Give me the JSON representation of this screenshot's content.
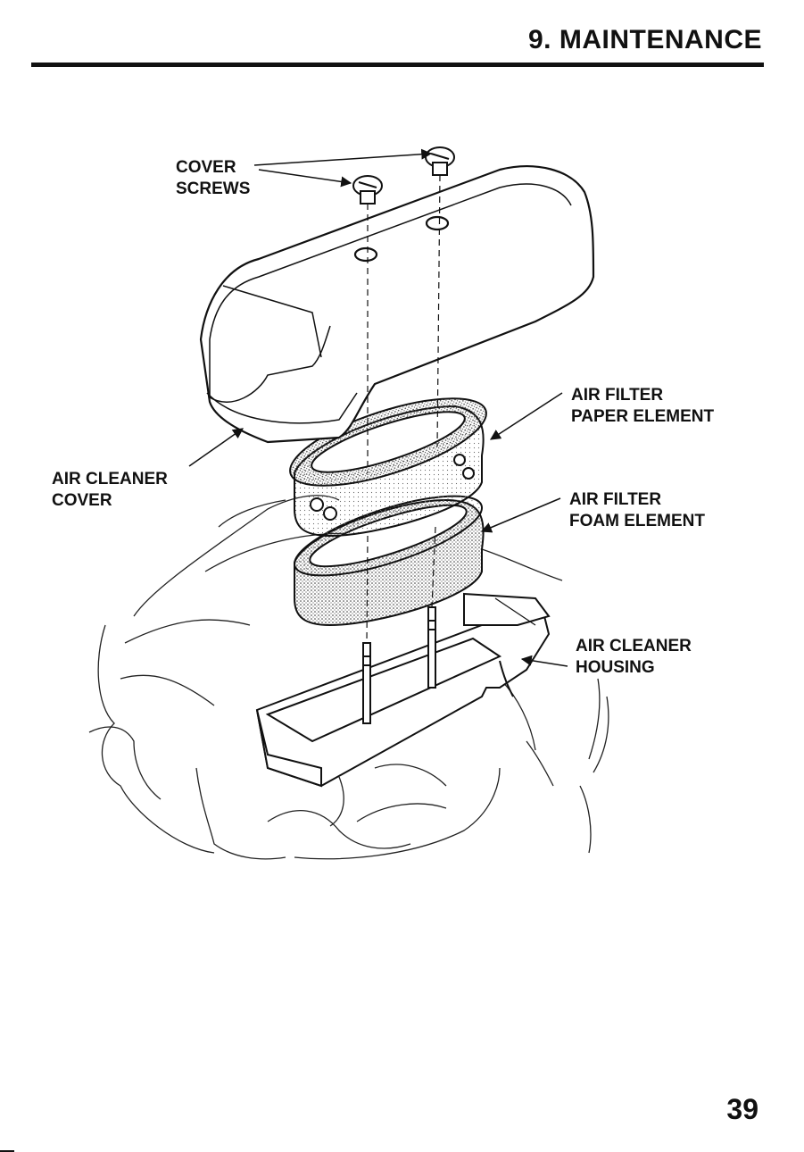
{
  "header": {
    "section_title": "9. MAINTENANCE"
  },
  "figure": {
    "callouts": {
      "cover_screws": [
        "COVER",
        "SCREWS"
      ],
      "air_cleaner_cover": [
        "AIR CLEANER",
        "COVER"
      ],
      "paper_element": [
        "AIR FILTER",
        "PAPER ELEMENT"
      ],
      "foam_element": [
        "AIR FILTER",
        "FOAM ELEMENT"
      ],
      "housing": [
        "AIR CLEANER",
        "HOUSING"
      ]
    }
  },
  "footer": {
    "page_number": "39"
  }
}
